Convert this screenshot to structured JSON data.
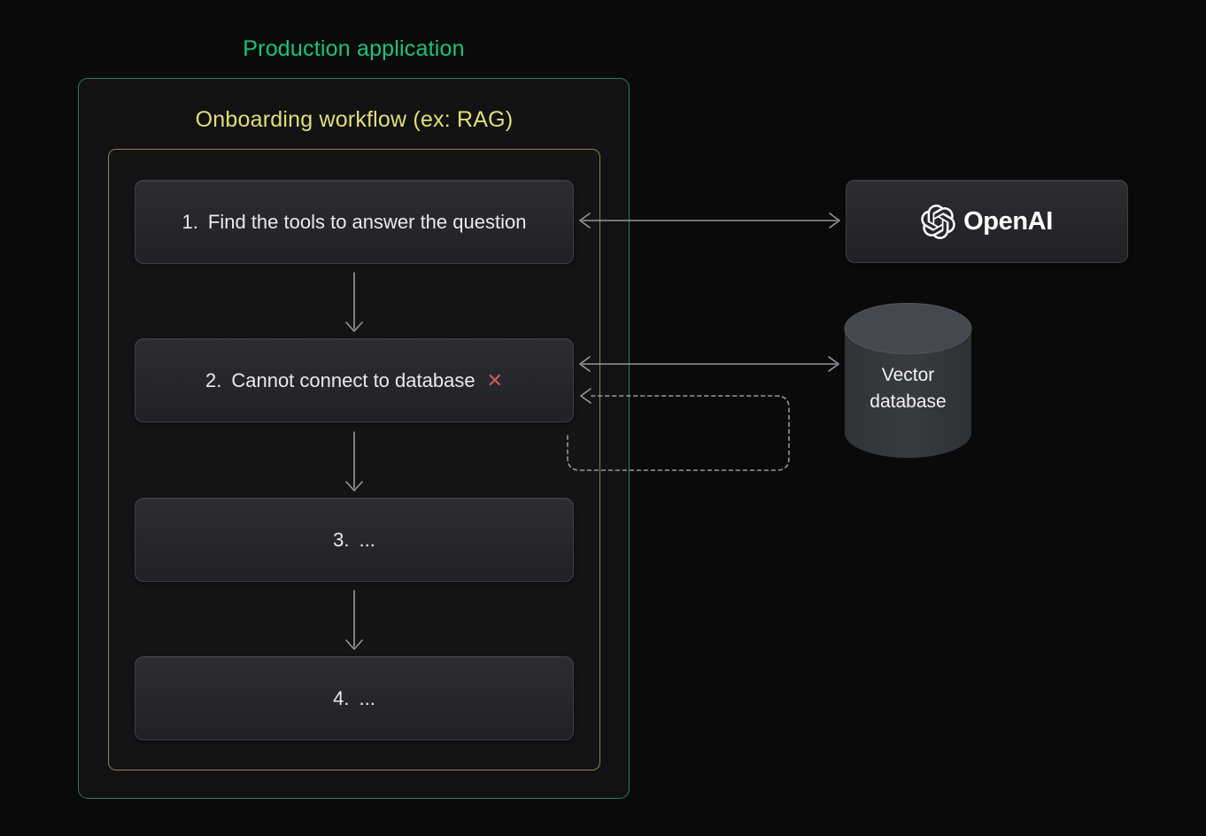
{
  "titles": {
    "production": "Production application",
    "workflow": "Onboarding workflow (ex: RAG)"
  },
  "workflow": {
    "steps": [
      {
        "number": "1.",
        "label": "Find the tools to answer the question"
      },
      {
        "number": "2.",
        "label": "Cannot connect to database",
        "error_icon": "✕"
      },
      {
        "number": "3.",
        "label": "..."
      },
      {
        "number": "4.",
        "label": "..."
      }
    ]
  },
  "nodes": {
    "openai": {
      "label": "OpenAI",
      "icon": "openai-logo-icon"
    },
    "vector_db": {
      "label_line1": "Vector",
      "label_line2": "database",
      "shape": "cylinder"
    }
  },
  "connectors": [
    {
      "from": "step-1",
      "to": "openai",
      "style": "solid",
      "direction": "bidirectional"
    },
    {
      "from": "step-1",
      "to": "step-2",
      "style": "solid",
      "direction": "down"
    },
    {
      "from": "step-2",
      "to": "vector-db",
      "style": "solid",
      "direction": "bidirectional"
    },
    {
      "from": "step-2-loop",
      "to": "step-2",
      "style": "dashed",
      "direction": "left"
    },
    {
      "from": "step-2",
      "to": "step-3",
      "style": "solid",
      "direction": "down"
    },
    {
      "from": "step-3",
      "to": "step-4",
      "style": "solid",
      "direction": "down"
    }
  ],
  "colors": {
    "production_green": "#19c37d",
    "workflow_yellow": "#e2df74",
    "error_red": "#c8595f",
    "arrow_gray": "#98989c",
    "green_border": "#2e7a5c",
    "yellow_border": "#8b814d"
  }
}
